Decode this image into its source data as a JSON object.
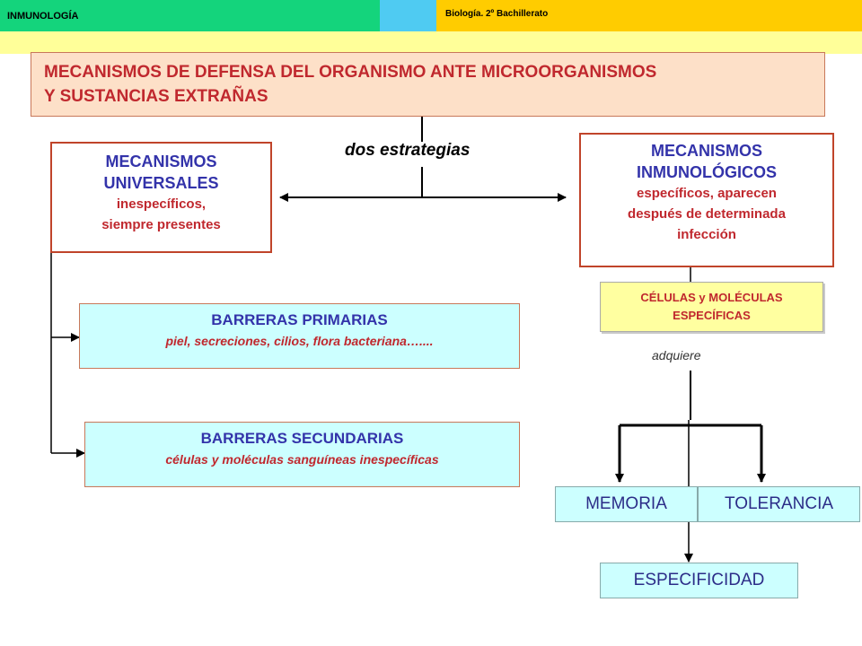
{
  "header": {
    "subject": "INMUNOLOGÍA",
    "course": "Biología. 2º Bachillerato"
  },
  "title": {
    "line1": "MECANISMOS DE DEFENSA DEL ORGANISMO ANTE MICROORGANISMOS",
    "line2": "Y SUSTANCIAS EXTRAÑAS"
  },
  "connector_label": "dos estrategias",
  "universal": {
    "title1": "MECANISMOS",
    "title2": "UNIVERSALES",
    "desc1": "inespecíficos,",
    "desc2": "siempre presentes"
  },
  "immunological": {
    "title1": "MECANISMOS",
    "title2": "INMUNOLÓGICOS",
    "desc1": "específicos, aparecen",
    "desc2": "después de determinada",
    "desc3": "infección"
  },
  "primary": {
    "title": "BARRERAS PRIMARIAS",
    "desc": "piel, secreciones, cilios, flora bacteriana…...."
  },
  "secondary": {
    "title": "BARRERAS SECUNDARIAS",
    "desc": "células y moléculas sanguíneas inespecíficas"
  },
  "cells": {
    "line1": "CÉLULAS y MOLÉCULAS",
    "line2": "ESPECÍFICAS"
  },
  "acquires_label": "adquiere",
  "results": {
    "memory": "MEMORIA",
    "tolerance": "TOLERANCIA",
    "specificity": "ESPECIFICIDAD"
  },
  "colors": {
    "title_bg": "#fde0c8",
    "title_text": "#c0282e",
    "blue_text": "#3333aa",
    "barrier_bg": "#ccffff",
    "cells_bg": "#ffffa0",
    "header_green": "#14d47c",
    "header_blue": "#4fcbf2",
    "header_gold": "#ffcc00",
    "header_strip": "#ffff99"
  }
}
